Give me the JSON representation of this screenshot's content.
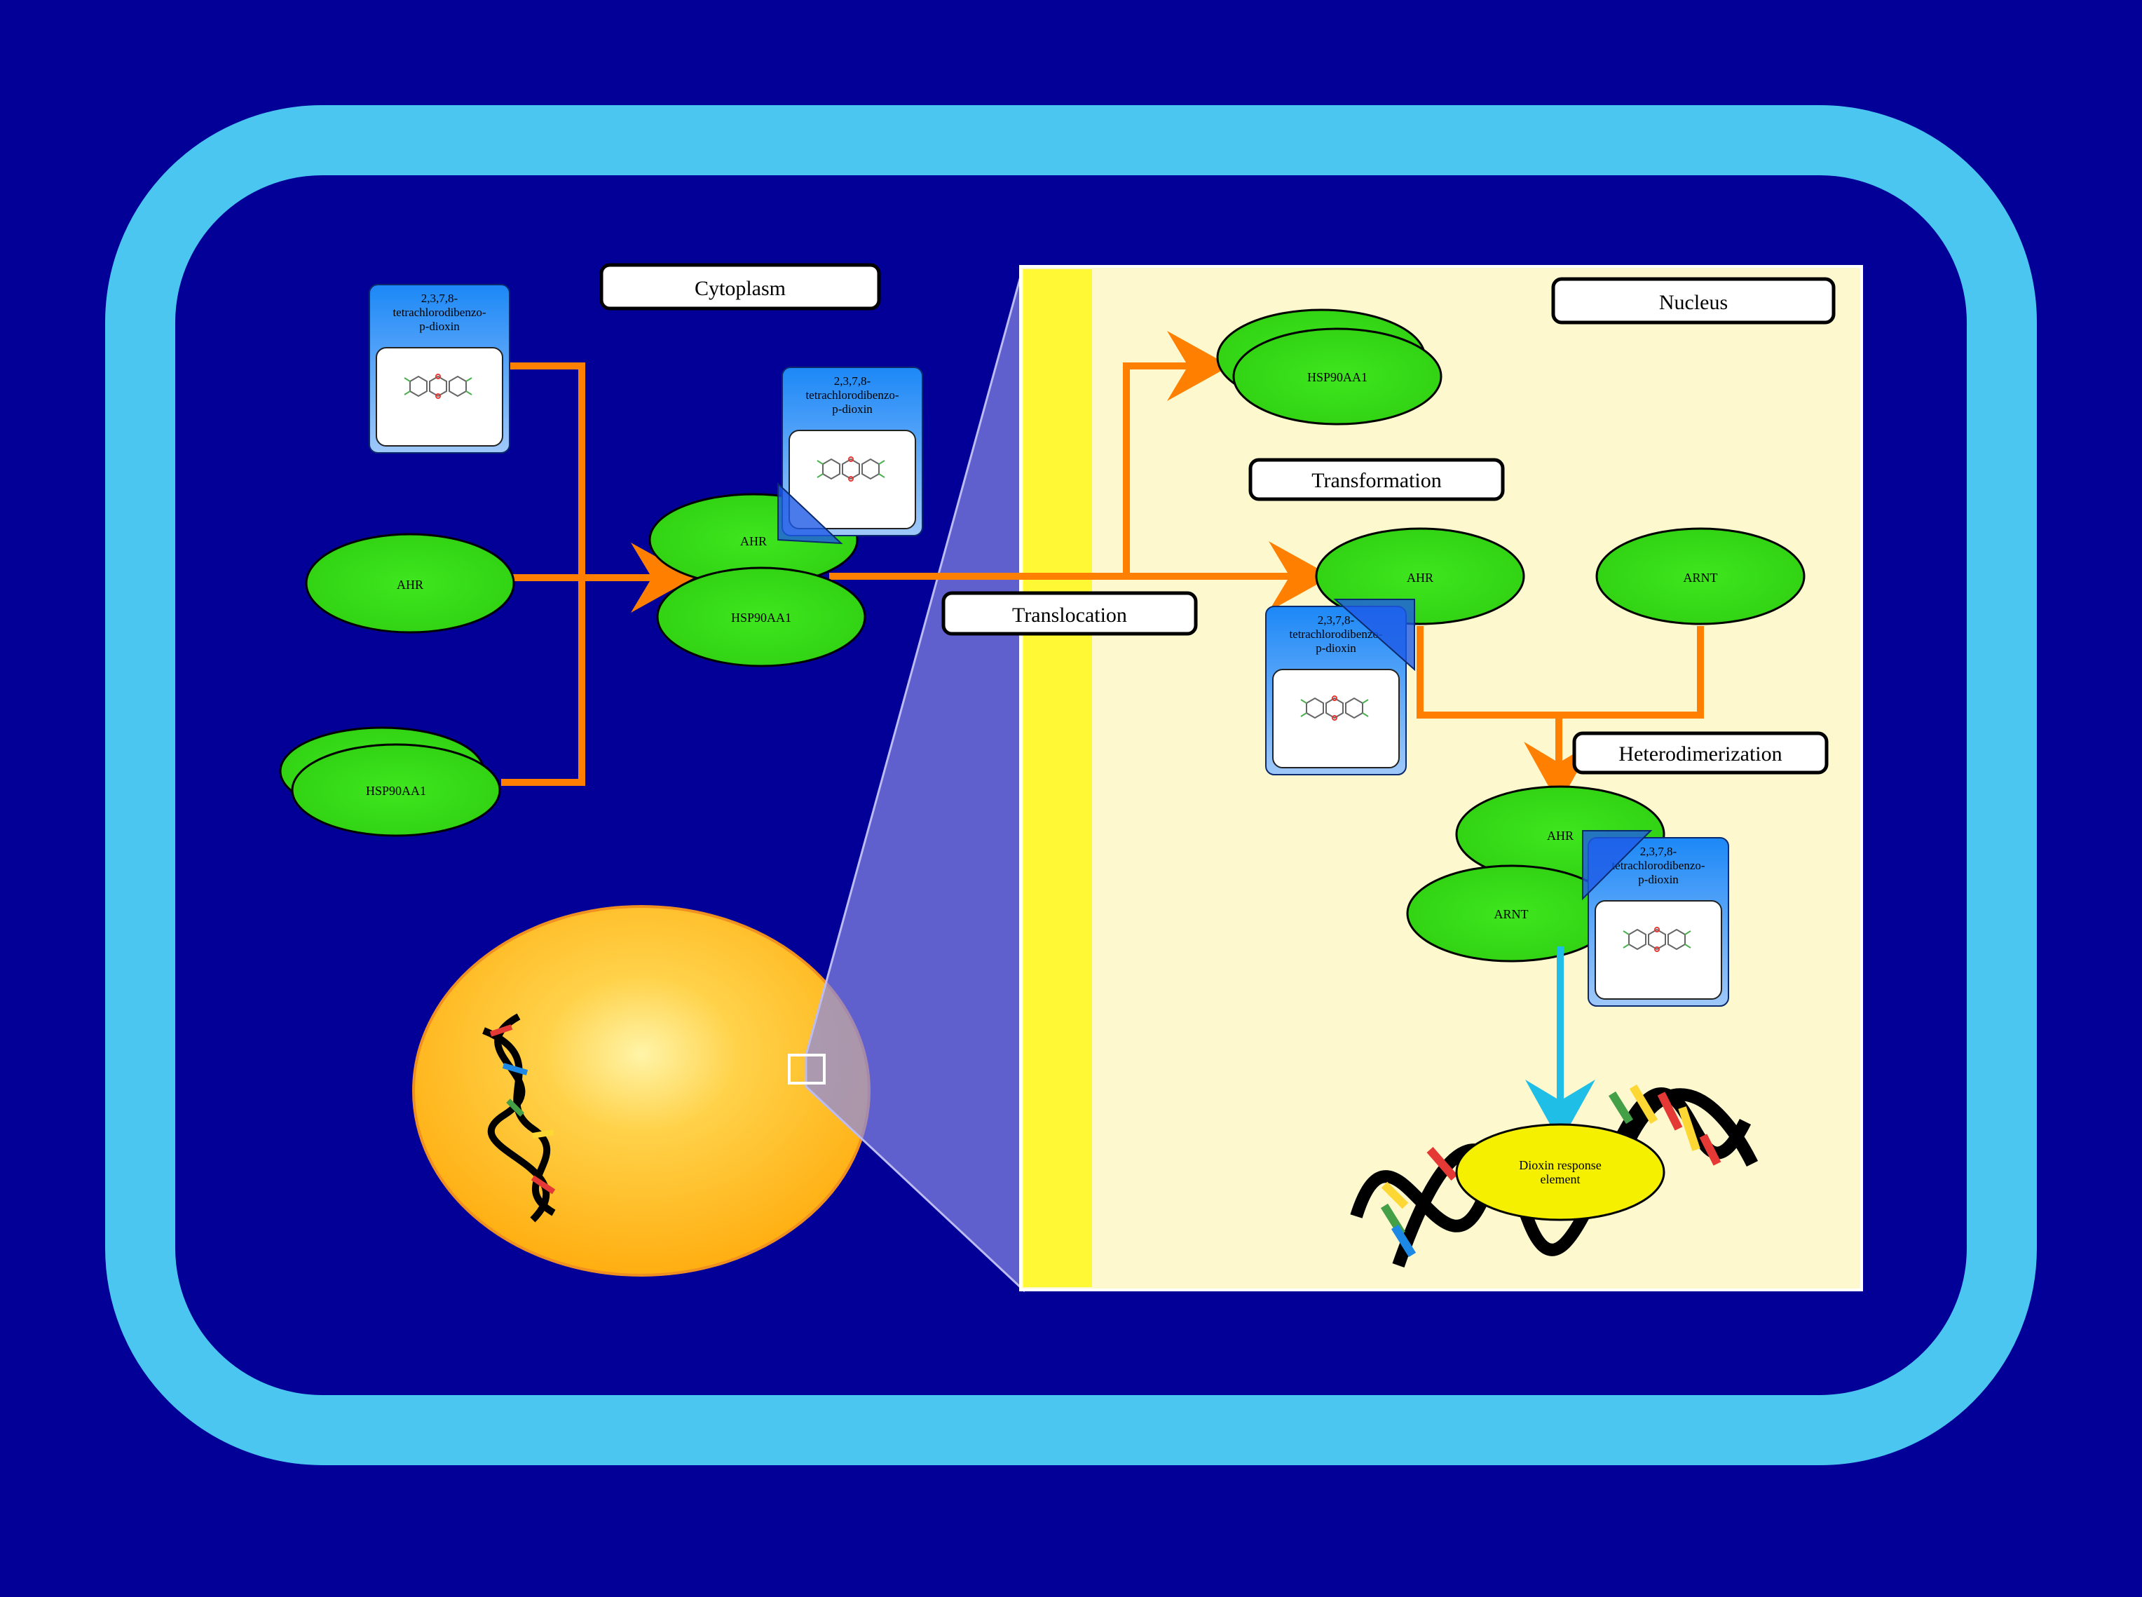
{
  "labels": {
    "cytoplasm": "Cytoplasm",
    "nucleus": "Nucleus",
    "translocation": "Translocation",
    "transformation": "Transformation",
    "heterodimerization": "Heterodimerization"
  },
  "proteins": {
    "ahr": "AHR",
    "hsp90": "HSP90AA1",
    "arnt": "ARNT"
  },
  "ligand": {
    "name_line1": "2,3,7,8-",
    "name_line2": "tetrachlorodibenzo-",
    "name_line3": "p-dioxin"
  },
  "dre": {
    "line1": "Dioxin response",
    "line2": "element"
  },
  "colors": {
    "background": "#020096",
    "cell_membrane": "#4BC6F0",
    "nucleus_panel": "#FEF8CE",
    "nuclear_envelope": "#FFF835",
    "protein_fill": "#3EE21E",
    "arrow_orange": "#FF8000",
    "arrow_cyan": "#1EBEE6",
    "ligand_card": "#2D8CFA",
    "dre_fill": "#F4F000",
    "nucleus_orb": "#FFB414"
  }
}
